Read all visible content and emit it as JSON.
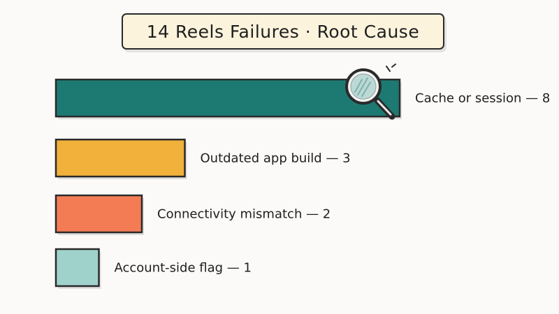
{
  "chart_data": {
    "type": "bar",
    "orientation": "horizontal",
    "title": "14 Reels Failures · Root Cause",
    "xlabel": "",
    "ylabel": "",
    "xlim": [
      0,
      8
    ],
    "grid": false,
    "legend": "none",
    "categories": [
      "Cache or session",
      "Outdated app build",
      "Connectivity mismatch",
      "Account-side flag"
    ],
    "values": [
      8,
      3,
      2,
      1
    ],
    "labels": [
      "Cache or session — 8",
      "Outdated app build — 3",
      "Connectivity mismatch — 2",
      "Account-side flag — 1"
    ],
    "colors": [
      "#1d7a72",
      "#f1b13a",
      "#f47c55",
      "#9fd2cb"
    ],
    "annotation_icon": "magnifying-glass-icon"
  }
}
